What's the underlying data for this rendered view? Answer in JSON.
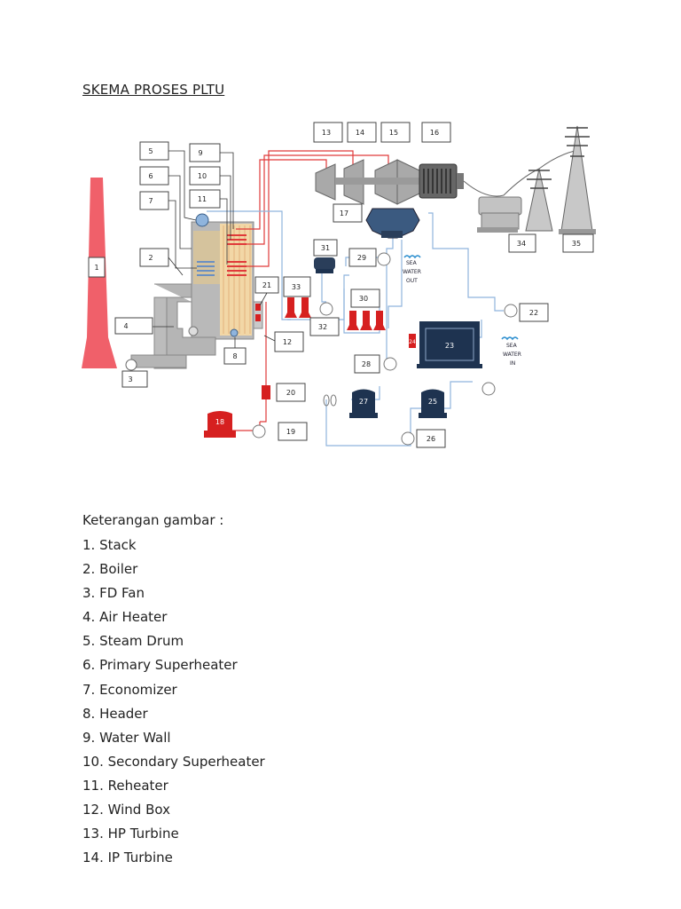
{
  "title": "SKEMA PROSES PLTU",
  "diagram": {
    "labels": [
      "1",
      "2",
      "3",
      "4",
      "5",
      "6",
      "7",
      "8",
      "9",
      "10",
      "11",
      "12",
      "13",
      "14",
      "15",
      "16",
      "17",
      "18",
      "19",
      "20",
      "21",
      "22",
      "23",
      "24",
      "25",
      "26",
      "27",
      "28",
      "29",
      "30",
      "31",
      "32",
      "33",
      "34",
      "35"
    ],
    "annotations": {
      "sea_water_out_1": "SEA",
      "sea_water_out_2": "WATER",
      "sea_water_out_3": "OUT",
      "sea_water_in_1": "SEA",
      "sea_water_in_2": "WATER",
      "sea_water_in_3": "IN"
    },
    "colors": {
      "steam": "#e03a3a",
      "water": "#8fb4dd",
      "equipment": "#a9a9a9",
      "tank": "#1e3350",
      "red_equipment": "#d62020",
      "boiler_fill": "#f2d7a6"
    }
  },
  "legend_intro": "Keterangan gambar :",
  "legend": [
    "1. Stack",
    "2. Boiler",
    "3. FD Fan",
    "4. Air Heater",
    "5. Steam Drum",
    "6. Primary Superheater",
    "7. Economizer",
    "8. Header",
    "9. Water Wall",
    "10. Secondary Superheater",
    "11. Reheater",
    "12. Wind Box",
    "13. HP Turbine",
    "14. IP Turbine"
  ]
}
